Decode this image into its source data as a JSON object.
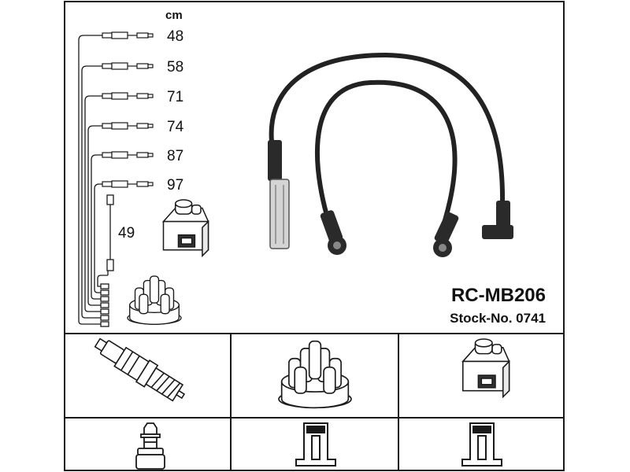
{
  "header": {
    "unit": "cm"
  },
  "lengths": [
    "48",
    "58",
    "71",
    "74",
    "87",
    "97"
  ],
  "coil_lead_length": "49",
  "product": {
    "code": "RC-MB206",
    "stock": "Stock-No. 0741"
  },
  "colors": {
    "line": "#1a1a1a",
    "background": "#ffffff",
    "wire": "#222222"
  }
}
